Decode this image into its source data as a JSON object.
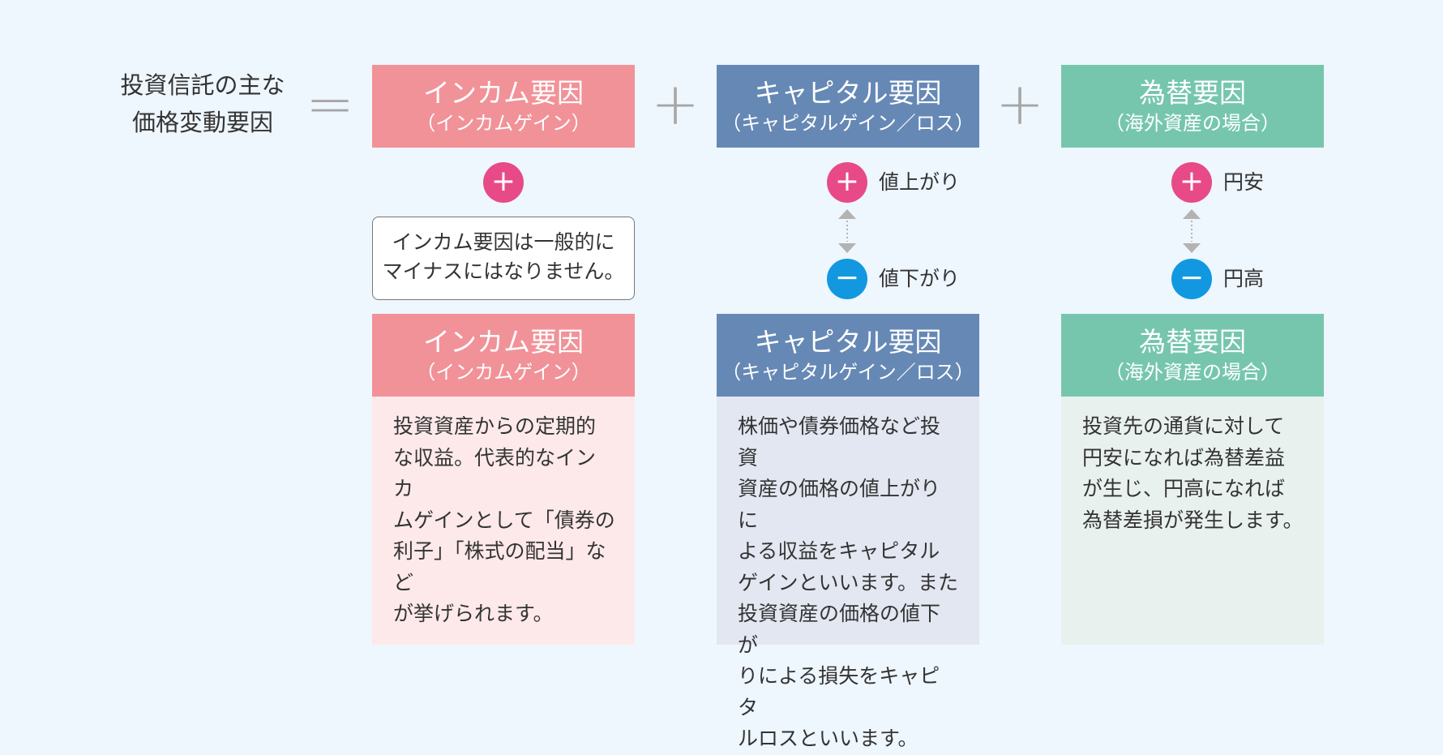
{
  "main_label": {
    "line1": "投資信託の主な",
    "line2": "価格変動要因"
  },
  "operators": {
    "equals": "=",
    "plus1": "+",
    "plus2": "+"
  },
  "columns": {
    "income": {
      "title": "インカム要因",
      "subtitle": "（インカムゲイン）",
      "note": [
        "インカム要因は一般的に",
        "マイナスにはなりません。"
      ],
      "description": [
        "投資資産からの定期的",
        "な収益。代表的なインカ",
        "ムゲインとして「債券の",
        "利子」「株式の配当」など",
        "が挙げられます。"
      ],
      "color": "#f19298"
    },
    "capital": {
      "title": "キャピタル要因",
      "subtitle": "（キャピタルゲイン／ロス）",
      "plus_label": "値上がり",
      "minus_label": "値下がり",
      "description": [
        "株価や債券価格など投資",
        "資産の価格の値上がりに",
        "よる収益をキャピタル",
        "ゲインといいます。また",
        "投資資産の価格の値下が",
        "りによる損失をキャピタ",
        "ルロスといいます。"
      ],
      "color": "#6688b5"
    },
    "fx": {
      "title": "為替要因",
      "subtitle": "（海外資産の場合）",
      "plus_label": "円安",
      "minus_label": "円高",
      "description": [
        "投資先の通貨に対して",
        "円安になれば為替差益",
        "が生じ、円高になれば",
        "為替差損が発生します。"
      ],
      "color": "#76c6ae"
    }
  },
  "symbols": {
    "plus": "+",
    "minus": "−"
  },
  "icons": {
    "plus": "plus-icon",
    "minus": "minus-icon",
    "arrow": "double-arrow-icon"
  },
  "colors": {
    "plus": "#e84a87",
    "minus": "#1198e0",
    "arrow": "#b3b3b3",
    "background": "#eef6fe"
  }
}
